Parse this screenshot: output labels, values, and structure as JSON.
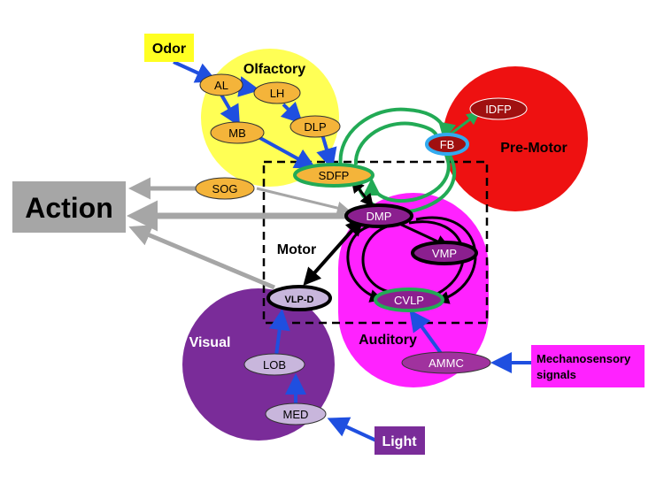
{
  "colors": {
    "olfactory": "#ffff55",
    "premotor": "#ee1111",
    "auditory": "#ff22ff",
    "visual": "#7a2c99",
    "node_orange": "#f4b43a",
    "node_purple": "#9c27a0",
    "node_lavender": "#c8b6dc",
    "blue_arrow": "#1f4fe0",
    "green_loop": "#22aa55",
    "gray_arrow": "#a6a6a6",
    "action_box": "#a6a6a6",
    "odor_box": "#ffff22",
    "light_box": "#7a2c99",
    "mech_box": "#ff22ff"
  },
  "regions": {
    "olfactory": "Olfactory",
    "premotor": "Pre-Motor",
    "motor": "Motor",
    "auditory": "Auditory",
    "visual": "Visual"
  },
  "inputs": {
    "odor": "Odor",
    "light": "Light",
    "mechanosensory_line1": "Mechanosensory",
    "mechanosensory_line2": "signals"
  },
  "output": {
    "action": "Action"
  },
  "nodes": {
    "al": "AL",
    "lh": "LH",
    "mb": "MB",
    "dlp": "DLP",
    "sdfp": "SDFP",
    "sog": "SOG",
    "idfp": "IDFP",
    "fb": "FB",
    "dmp": "DMP",
    "vmp": "VMP",
    "cvlp": "CVLP",
    "ammc": "AMMC",
    "vlpd": "VLP-D",
    "lob": "LOB",
    "med": "MED"
  }
}
